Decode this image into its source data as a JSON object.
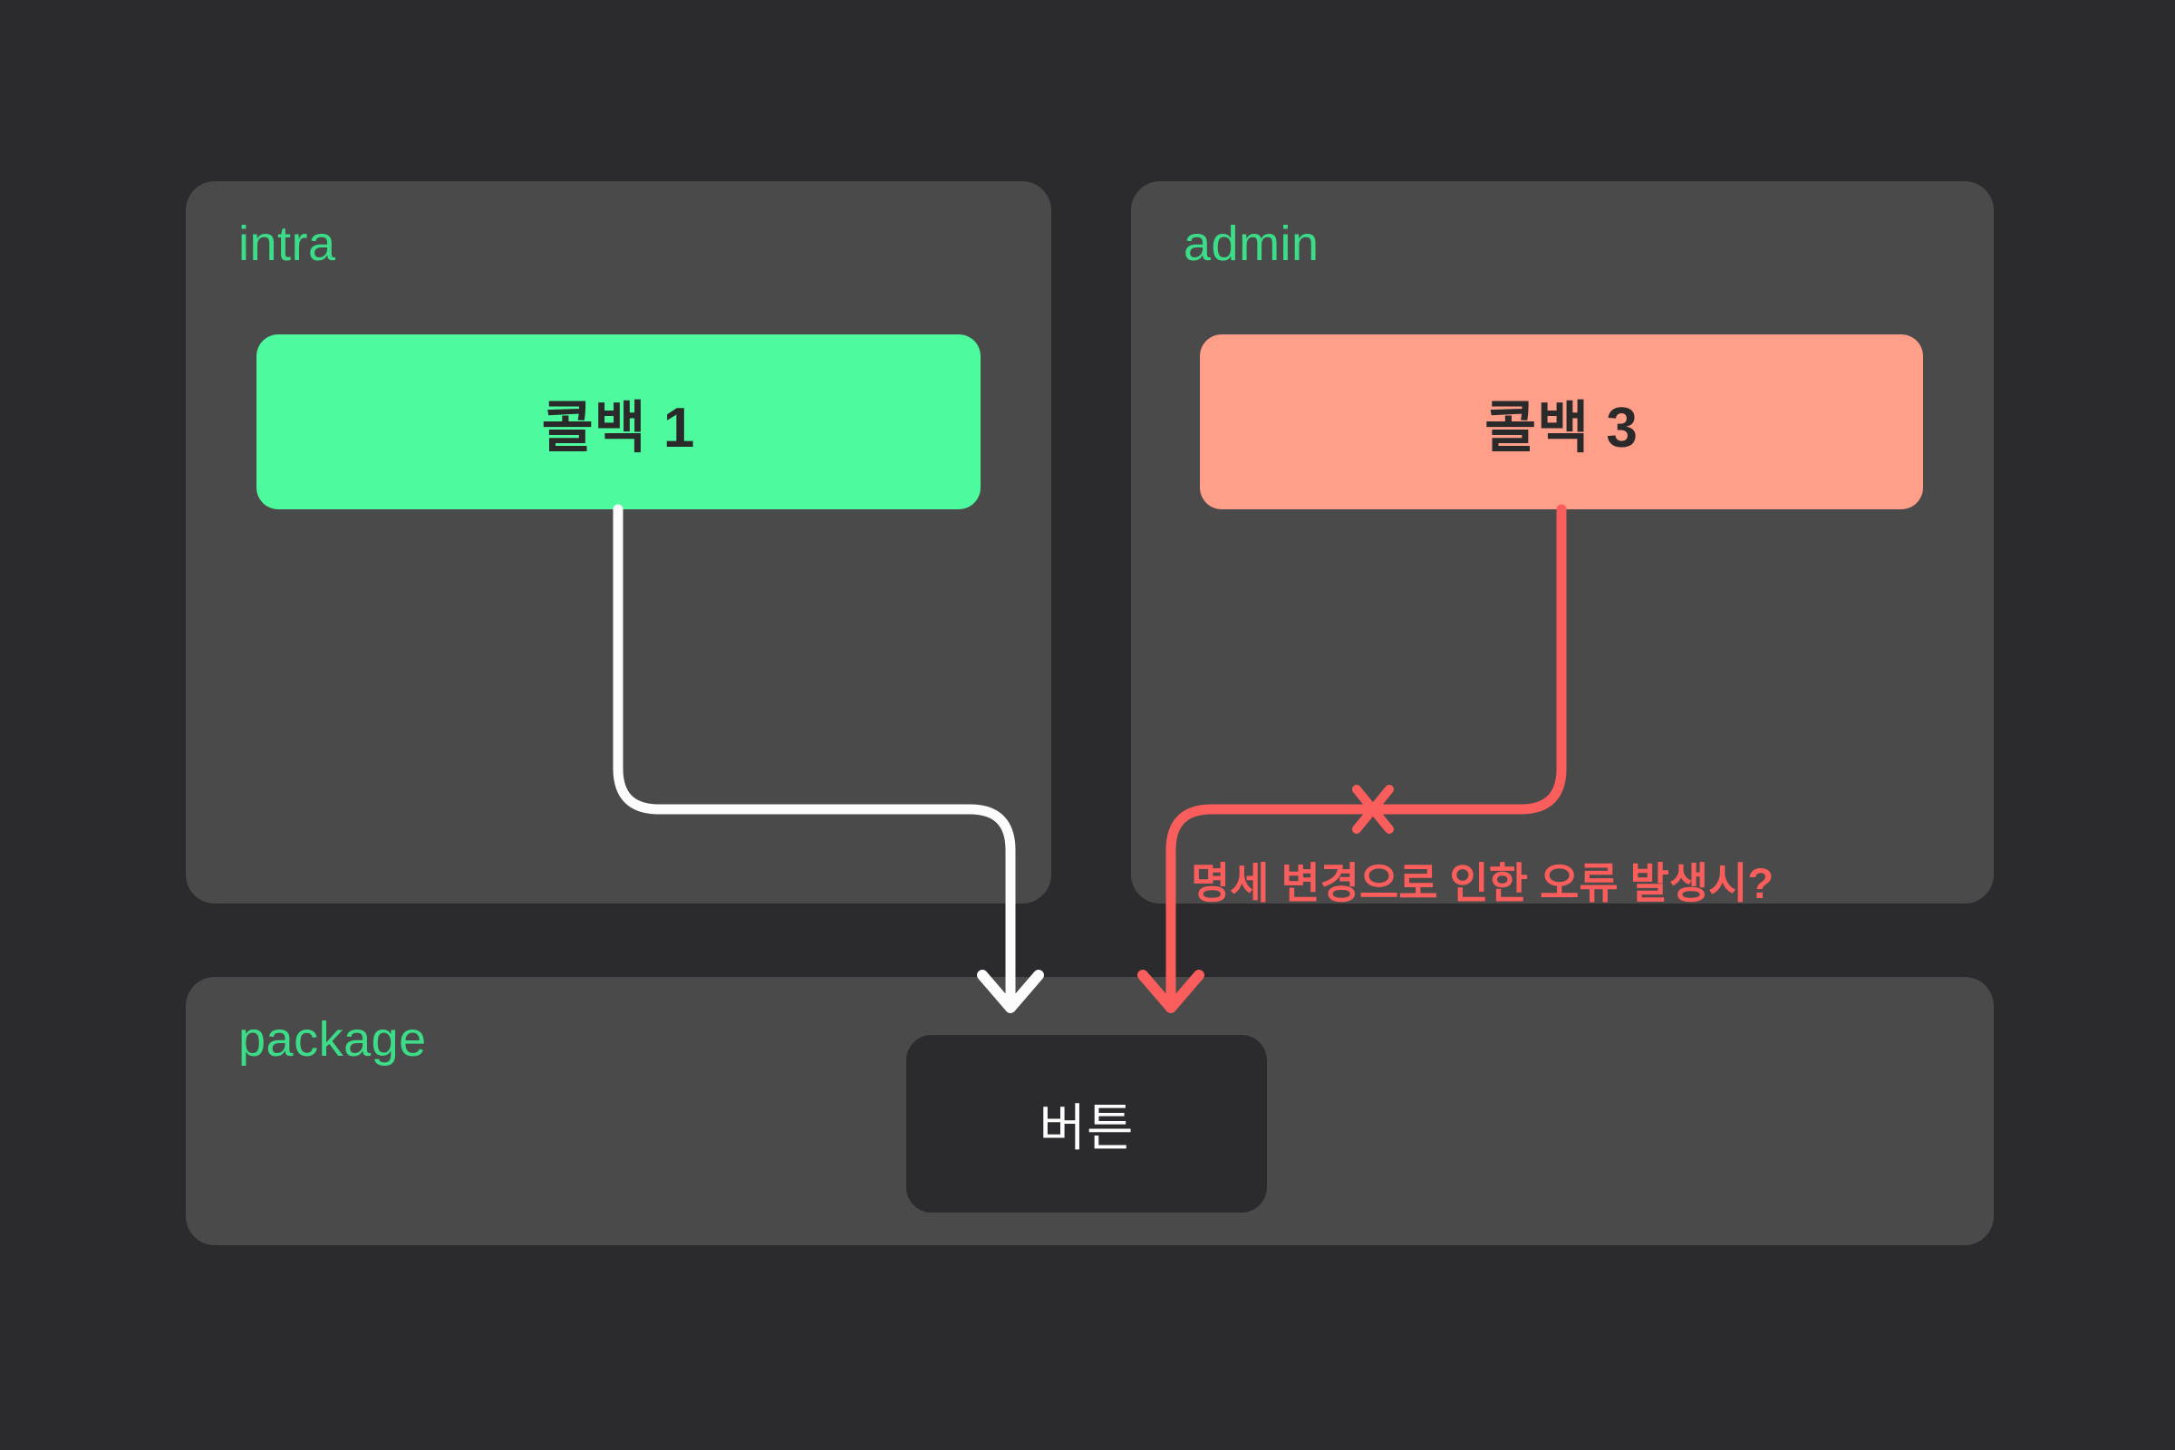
{
  "canvas": {
    "background": "#2b2b2d",
    "panel_fill": "#4a4a4a",
    "accent_green": "#3ddc88"
  },
  "groups": {
    "intra": {
      "label": "intra"
    },
    "admin": {
      "label": "admin"
    },
    "package": {
      "label": "package"
    }
  },
  "nodes": {
    "callback1": {
      "label": "콜백 1",
      "fill": "#4dfa9d",
      "text_color": "#2a2a2a",
      "group": "intra"
    },
    "callback3": {
      "label": "콜백 3",
      "fill": "#ff9e89",
      "text_color": "#2a2a2a",
      "group": "admin"
    },
    "button": {
      "label": "버튼",
      "fill": "#2b2b2d",
      "text_color": "#fcfcfc",
      "group": "package"
    }
  },
  "edges": {
    "callback1_to_button": {
      "from": "callback1",
      "to": "button",
      "color": "#fcfcfc",
      "status": "normal"
    },
    "callback3_to_button": {
      "from": "callback3",
      "to": "button",
      "color": "#fa5e5c",
      "status": "blocked",
      "annotation": "명세 변경으로 인한 오류 발생시?"
    }
  }
}
